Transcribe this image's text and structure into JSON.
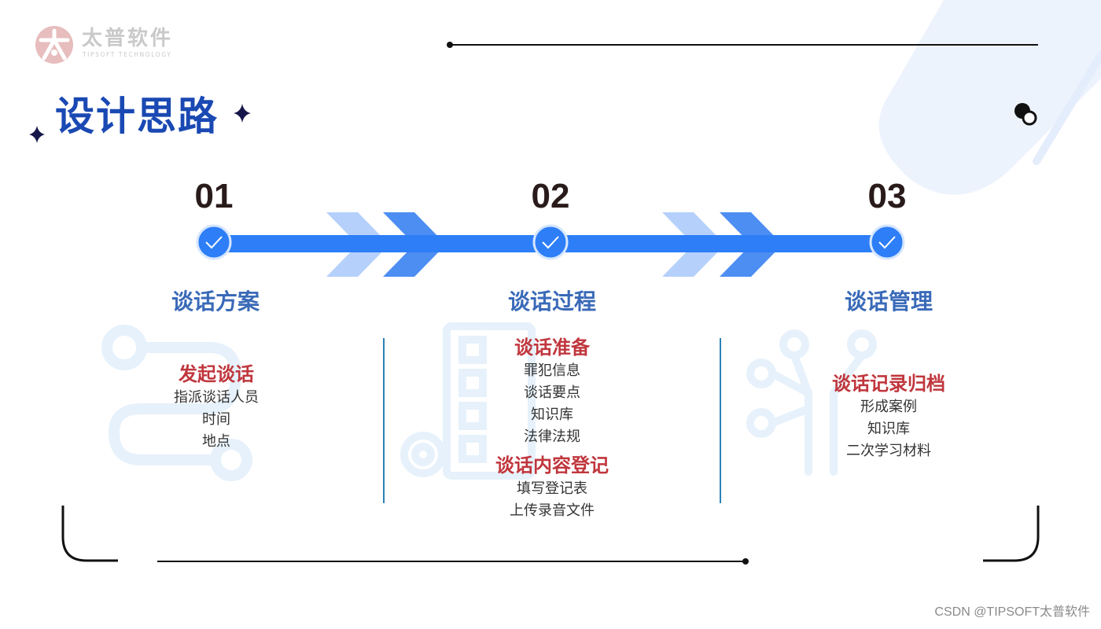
{
  "brand": {
    "name": "太普软件",
    "tagline": "TIPSOFT TECHNOLOGY",
    "primary_color": "#1a49b3",
    "accent_color": "#c0363d"
  },
  "page": {
    "title": "设计思路"
  },
  "steps": [
    {
      "number": "01",
      "title": "谈话方案",
      "sections": [
        {
          "heading": "发起谈话",
          "items": [
            "指派谈话人员",
            "时间",
            "地点"
          ]
        }
      ]
    },
    {
      "number": "02",
      "title": "谈话过程",
      "sections": [
        {
          "heading": "谈话准备",
          "items": [
            "罪犯信息",
            "谈话要点",
            "知识库",
            "法律法规"
          ]
        },
        {
          "heading": "谈话内容登记",
          "items": [
            "填写登记表",
            "上传录音文件"
          ]
        }
      ]
    },
    {
      "number": "03",
      "title": "谈话管理",
      "sections": [
        {
          "heading": "谈话记录归档",
          "items": [
            "形成案例",
            "知识库",
            "二次学习材料"
          ]
        }
      ]
    }
  ],
  "footer": {
    "watermark": "CSDN @TIPSOFT太普软件"
  }
}
